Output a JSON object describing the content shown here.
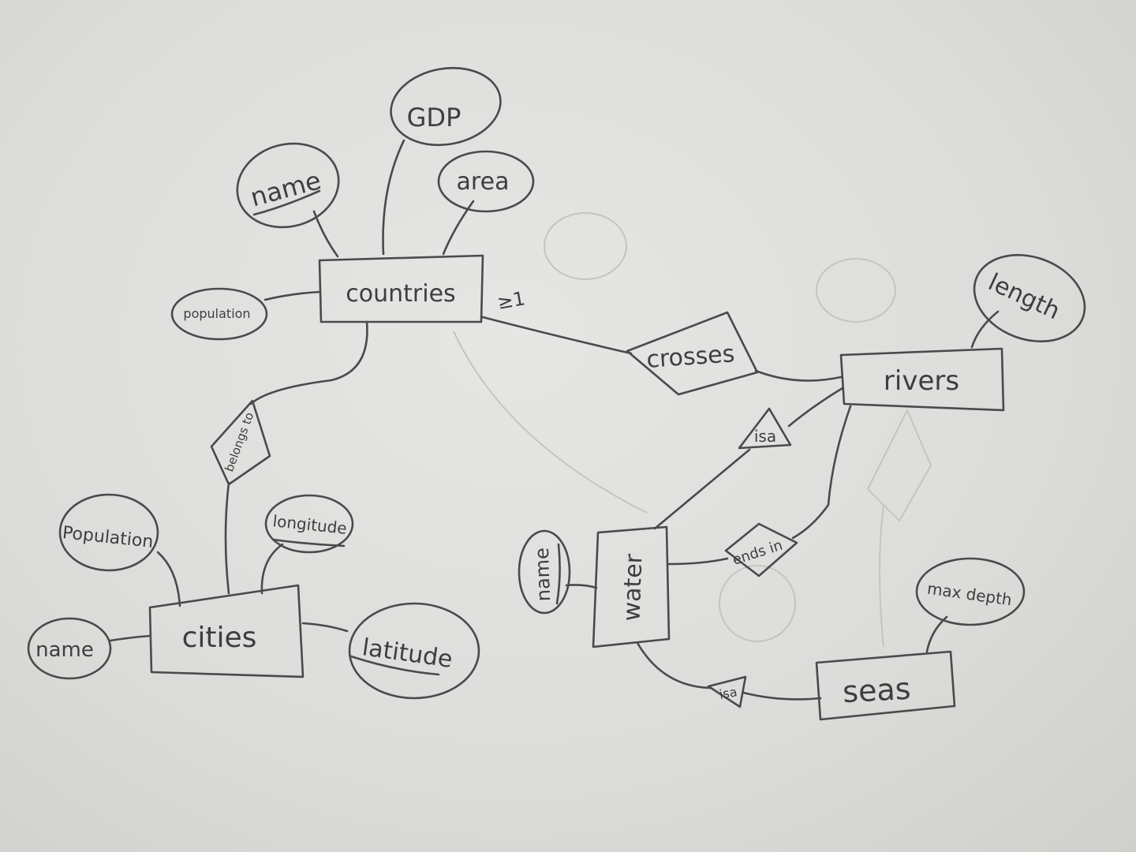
{
  "entities": {
    "countries": "countries",
    "rivers": "rivers",
    "water": "water",
    "seas": "seas",
    "cities": "cities"
  },
  "relationships": {
    "crosses": "crosses",
    "belongs_to": "belongs to",
    "isa_rivers": "isa",
    "ends_in": "ends in",
    "isa_seas": "isa"
  },
  "attributes": {
    "countries_gdp": "GDP",
    "countries_name": "name",
    "countries_area": "area",
    "countries_population": "population",
    "rivers_length": "length",
    "water_name": "name",
    "seas_max_depth": "max depth",
    "cities_population": "Population",
    "cities_longitude": "longitude",
    "cities_name": "name",
    "cities_latitude": "latitude"
  },
  "cardinality_mark": "≥1"
}
